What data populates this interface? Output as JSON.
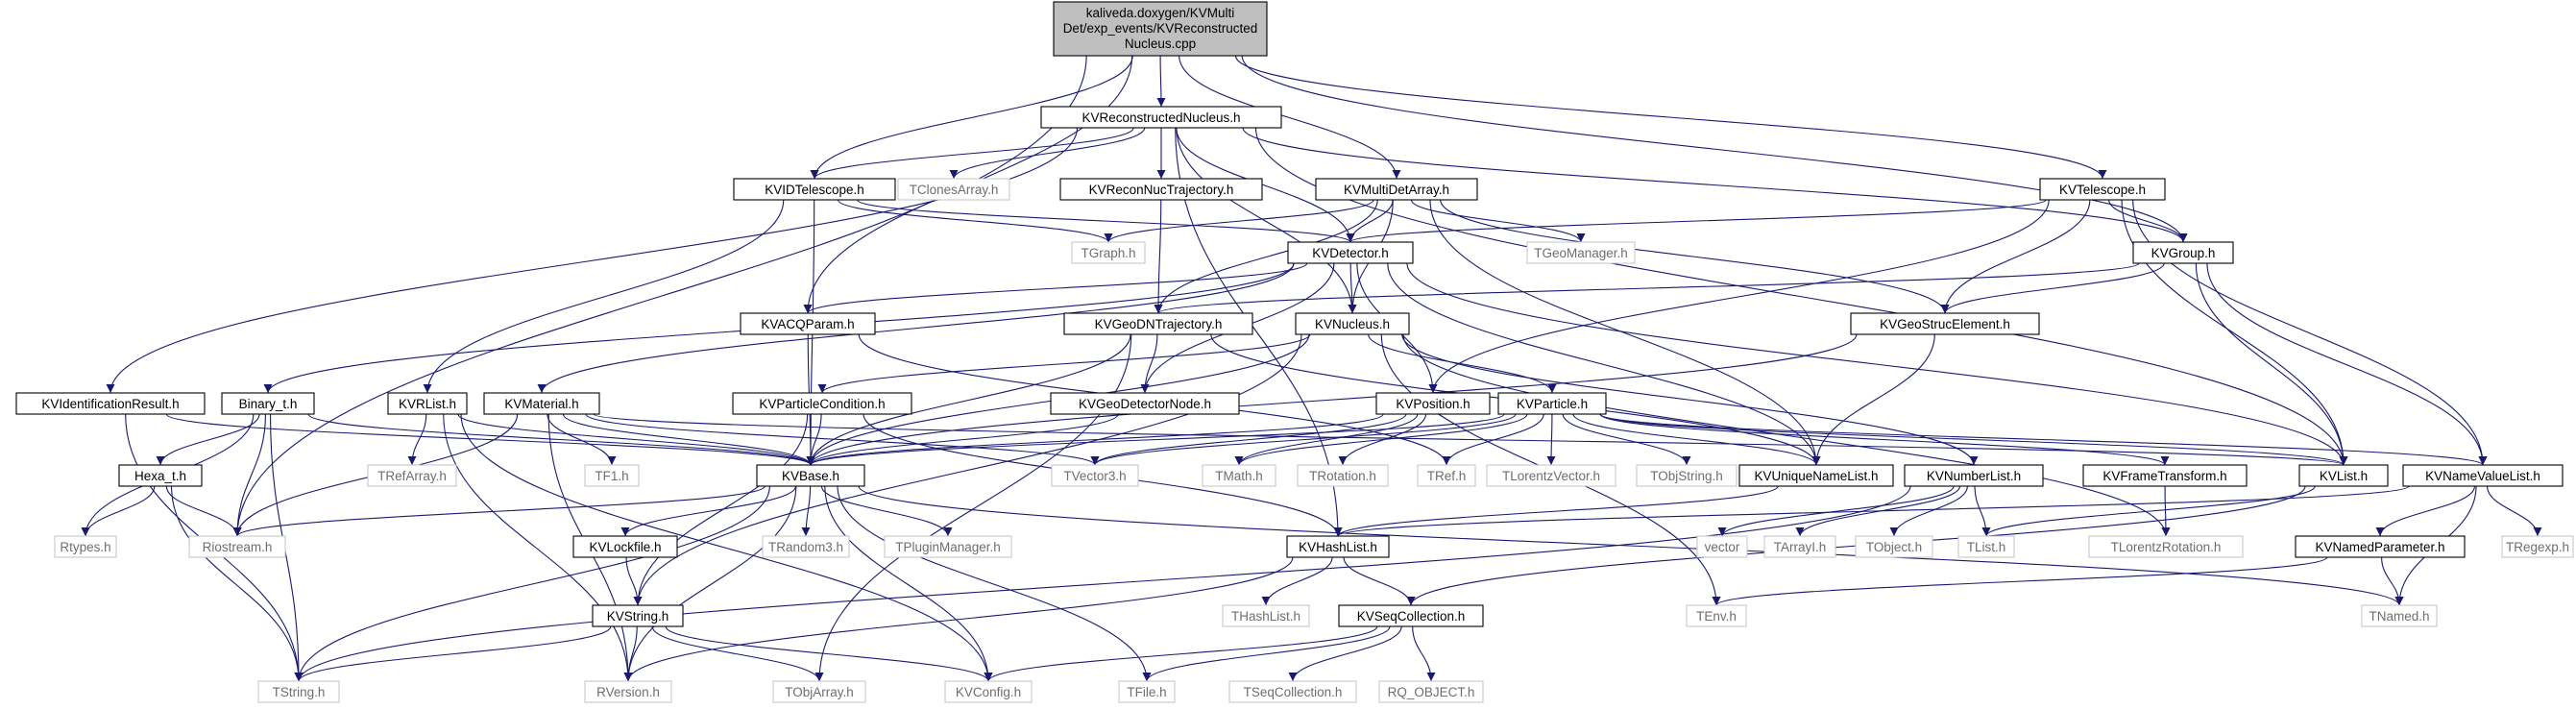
{
  "root": {
    "label_lines": [
      "kaliveda.doxygen/KVMulti",
      "Det/exp_events/KVReconstructed",
      "Nucleus.cpp"
    ]
  },
  "nodes": {
    "KVReconstructedNucleus": "KVReconstructedNucleus.h",
    "KVIDTelescope": "KVIDTelescope.h",
    "KVACQParam": "KVACQParam.h",
    "KVMultiDetArray": "KVMultiDetArray.h",
    "KVTelescope": "KVTelescope.h",
    "KVGroup": "KVGroup.h",
    "Riostream": "Riostream.h",
    "KVBase": "KVBase.h",
    "KVDetector": "KVDetector.h",
    "KVNucleus": "KVNucleus.h",
    "KVGeoDNTrajectory": "KVGeoDNTrajectory.h",
    "KVUniqueNameList": "KVUniqueNameList.h",
    "KVList": "KVList.h",
    "KVGeoStrucElement": "KVGeoStrucElement.h",
    "KVNameValueList": "KVNameValueList.h",
    "KVIdentificationResult": "KVIdentificationResult.h",
    "TClonesArray": "TClonesArray.h",
    "KVReconNucTrajectory": "KVReconNucTrajectory.h",
    "KVHashList": "KVHashList.h",
    "TGraph": "TGraph.h",
    "KVRList": "KVRList.h",
    "TGeoManager": "TGeoManager.h",
    "Binary_t": "Binary_t.h",
    "KVMaterial": "KVMaterial.h",
    "KVPosition": "KVPosition.h",
    "KVParticleCondition": "KVParticleCondition.h",
    "KVParticle": "KVParticle.h",
    "KVGeoDetectorNode": "KVGeoDetectorNode.h",
    "Hexa_t": "Hexa_t.h",
    "TRefArray": "TRefArray.h",
    "TF1": "TF1.h",
    "TVector3": "TVector3.h",
    "TMath": "TMath.h",
    "TRotation": "TRotation.h",
    "TRef": "TRef.h",
    "TLorentzVector": "TLorentzVector.h",
    "TObjString": "TObjString.h",
    "KVNumberList": "KVNumberList.h",
    "KVFrameTransform": "KVFrameTransform.h",
    "Rtypes": "Rtypes.h",
    "KVLockfile": "KVLockfile.h",
    "TRandom3": "TRandom3.h",
    "TPluginManager": "TPluginManager.h",
    "vector": "vector",
    "TArrayI": "TArrayI.h",
    "TObject": "TObject.h",
    "TList": "TList.h",
    "TLorentzRotation": "TLorentzRotation.h",
    "KVNamedParameter": "KVNamedParameter.h",
    "TRegexp": "TRegexp.h",
    "KVString": "KVString.h",
    "THashList": "THashList.h",
    "KVSeqCollection": "KVSeqCollection.h",
    "TEnv": "TEnv.h",
    "TNamed": "TNamed.h",
    "TString": "TString.h",
    "RVersion": "RVersion.h",
    "TObjArray": "TObjArray.h",
    "KVConfig": "KVConfig.h",
    "TFile": "TFile.h",
    "TSeqCollection": "TSeqCollection.h",
    "RQ_OBJECT": "RQ_OBJECT.h"
  },
  "colors": {
    "edge": "#191970",
    "root_fill": "#bfbfbf",
    "node_border": "#000000",
    "external_border": "#c8c8c8",
    "external_text": "#6e6e6e"
  }
}
